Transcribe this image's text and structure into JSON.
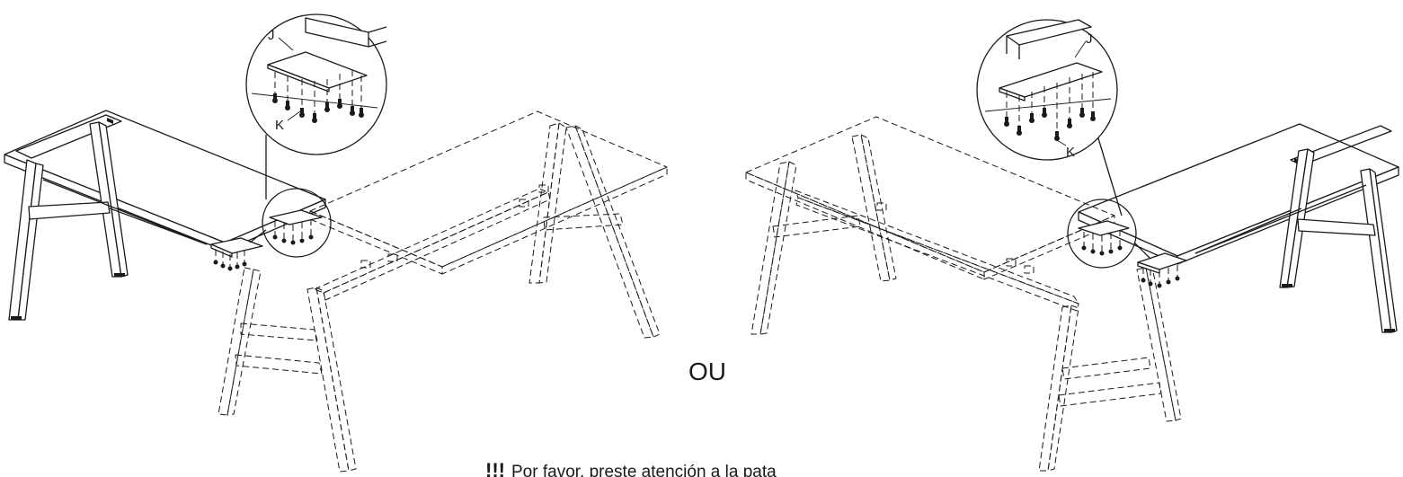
{
  "labels": {
    "bracket": "J",
    "screws": "K",
    "or": "OU",
    "attention": "!!!",
    "note": "Por favor, preste atención a la pata"
  },
  "icons": [
    "desk-left-variant",
    "desk-right-variant",
    "zoom-detail-circle",
    "bracket-plate",
    "screw-set"
  ]
}
